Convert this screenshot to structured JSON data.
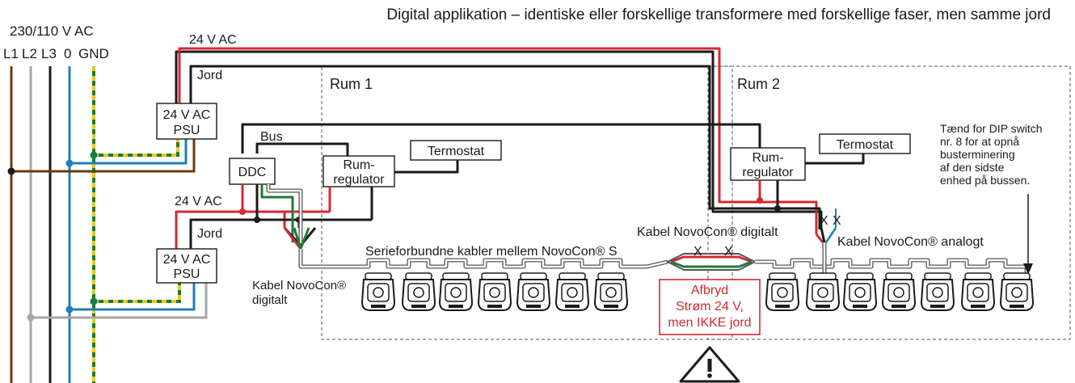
{
  "title": "Digital applikation – identiske eller forskellige transformere med forskellige faser, men samme jord",
  "mains": {
    "voltage_label": "230/110 V AC",
    "lines": [
      "L1",
      "L2",
      "L3",
      "0",
      "GND"
    ]
  },
  "psu_top": {
    "supply_label": "24 V AC",
    "ground_label": "Jord",
    "box_line1": "24 V AC",
    "box_line2": "PSU"
  },
  "psu_bottom": {
    "supply_label": "24 V AC",
    "ground_label": "Jord",
    "box_line1": "24 V AC",
    "box_line2": "PSU"
  },
  "ddc_label": "DDC",
  "bus_label": "Bus",
  "room1": {
    "label": "Rum 1",
    "thermostat": "Termostat",
    "regulator_line1": "Rum-",
    "regulator_line2": "regulator",
    "chain_label": "Serieforbundne kabler mellem NovoCon® S",
    "cable_label_line1": "Kabel NovoCon®",
    "cable_label_line2": "digitalt"
  },
  "room2": {
    "label": "Rum 2",
    "thermostat": "Termostat",
    "regulator_line1": "Rum-",
    "regulator_line2": "regulator",
    "analog_cable_label": "Kabel NovoCon® analogt",
    "dip_note": [
      "Tænd for DIP switch",
      "nr. 8 for at opnå",
      "busterminering",
      "af den sidste",
      "enhed på bussen."
    ]
  },
  "middle_cable_label": "Kabel NovoCon® digitalt",
  "cut_marks": {
    "left": "X",
    "right": "X",
    "analog_1": "X",
    "analog_2": "X"
  },
  "warning": {
    "line1": "Afbryd",
    "line2": "Strøm 24 V,",
    "line3": "men IKKE jord",
    "icon": "warning-triangle-icon"
  },
  "colors": {
    "red": "#d42a2f",
    "green": "#1f7a3a",
    "blue": "#1f7fb8",
    "brown": "#6b3a12",
    "grey": "#a6a6a6",
    "yellow": "#e8c81c",
    "black": "#1a1a1a"
  },
  "actuators": {
    "room1_count": 7,
    "room2_count": 7,
    "icon": "actuator-icon"
  }
}
